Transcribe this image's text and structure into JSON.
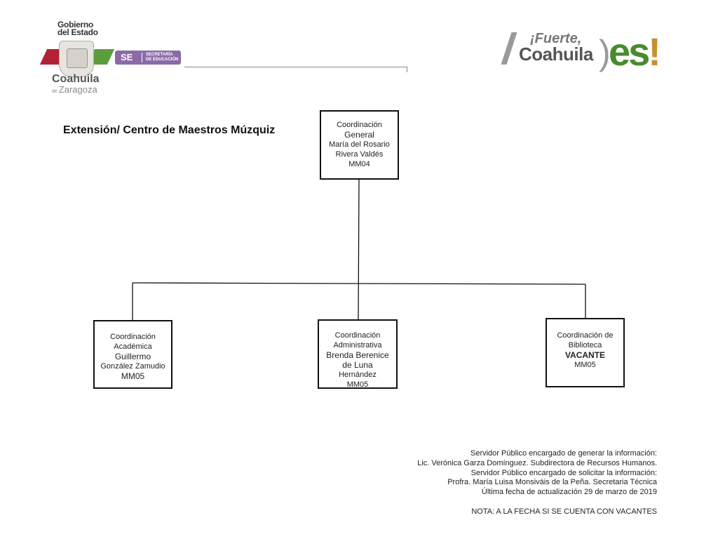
{
  "header": {
    "gobierno_logo": {
      "line1": "Gobierno",
      "line2": "del Estado",
      "se": "SE",
      "se_sub_1": "SECRETARÍA",
      "se_sub_2": "DE EDUCACIÓN",
      "coahuila": "Coahuila",
      "de": "de",
      "zaragoza": "Zaragoza",
      "icon": "state-coat-of-arms-icon"
    },
    "fuerte_logo": {
      "top": "¡Fuerte,",
      "main": "Coahuila",
      "es": "es",
      "bang": "!"
    }
  },
  "title": "Extensión/ Centro de Maestros Múzquiz",
  "org_chart": {
    "general": {
      "l1": "Coordinación",
      "l2": "General",
      "l3": "María del Rosario",
      "l4": "Rivera Valdés",
      "code": "MM04"
    },
    "academica": {
      "l1": "Coordinación",
      "l2": "Académica",
      "l3": "Guillermo",
      "l4": "González Zamudio",
      "code": "MM05"
    },
    "administrativa": {
      "l1": "Coordinación",
      "l2": "Administrativa",
      "l3": "Brenda Berenice",
      "l4": "de Luna",
      "l5": "Hernández",
      "code": "MM05"
    },
    "biblioteca": {
      "l1": "Coordinación de",
      "l2": "Biblioteca",
      "l3": "VACANTE",
      "code": "MM05"
    }
  },
  "footer": {
    "line1": "Servidor Público encargado de generar la información:",
    "line2": "Lic. Verónica Garza Domínguez. Subdirectora de Recursos Humanos.",
    "line3": "Servidor Público encargado de solicitar la información:",
    "line4": "Profra. María Luisa Monsiváis de la Peña. Secretaria Técnica",
    "line5": "Última fecha de actualización 29 de marzo de 2019",
    "note": "NOTA: A LA FECHA SI SE CUENTA CON VACANTES"
  },
  "colors": {
    "brand_red": "#b22234",
    "brand_green": "#4a8a2e",
    "se_purple": "#8a6aa8",
    "line": "#111111"
  }
}
